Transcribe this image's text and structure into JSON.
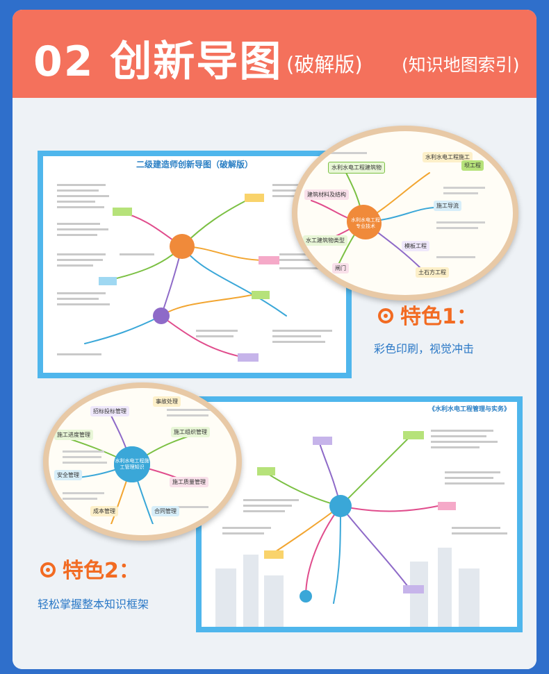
{
  "banner": {
    "title": "02 创新导图",
    "sub1": "(破解版)",
    "sub2": "(知识地图索引)"
  },
  "poster1": {
    "title": "二级建造师创新导图（破解版）"
  },
  "lens1": {
    "center": "水利水电工程专业技术",
    "nodes": [
      "水利水电工程建筑物",
      "建筑材料及结构",
      "水利水电工程施工",
      "施工导流",
      "坝工程",
      "模板工程",
      "水工建筑物类型",
      "闸门",
      "土石方工程"
    ]
  },
  "feature1": {
    "title": "特色1：",
    "desc": "彩色印刷，视觉冲击"
  },
  "poster2": {
    "title": "《水利水电工程管理与实务》"
  },
  "lens2": {
    "center": "水利水电工程施工管理知识",
    "nodes": [
      "招标投标管理",
      "施工组织管理",
      "施工质量管理",
      "施工进度管理",
      "安全管理",
      "成本管理",
      "合同管理",
      "事故处理"
    ]
  },
  "feature2": {
    "title": "特色2：",
    "desc": "轻松掌握整本知识框架"
  },
  "colors": {
    "background": "#2f6fcb",
    "banner": "#f4715c",
    "accent": "#f26b22",
    "descText": "#2a78c6",
    "posterBorder": "#4fb6ec"
  }
}
